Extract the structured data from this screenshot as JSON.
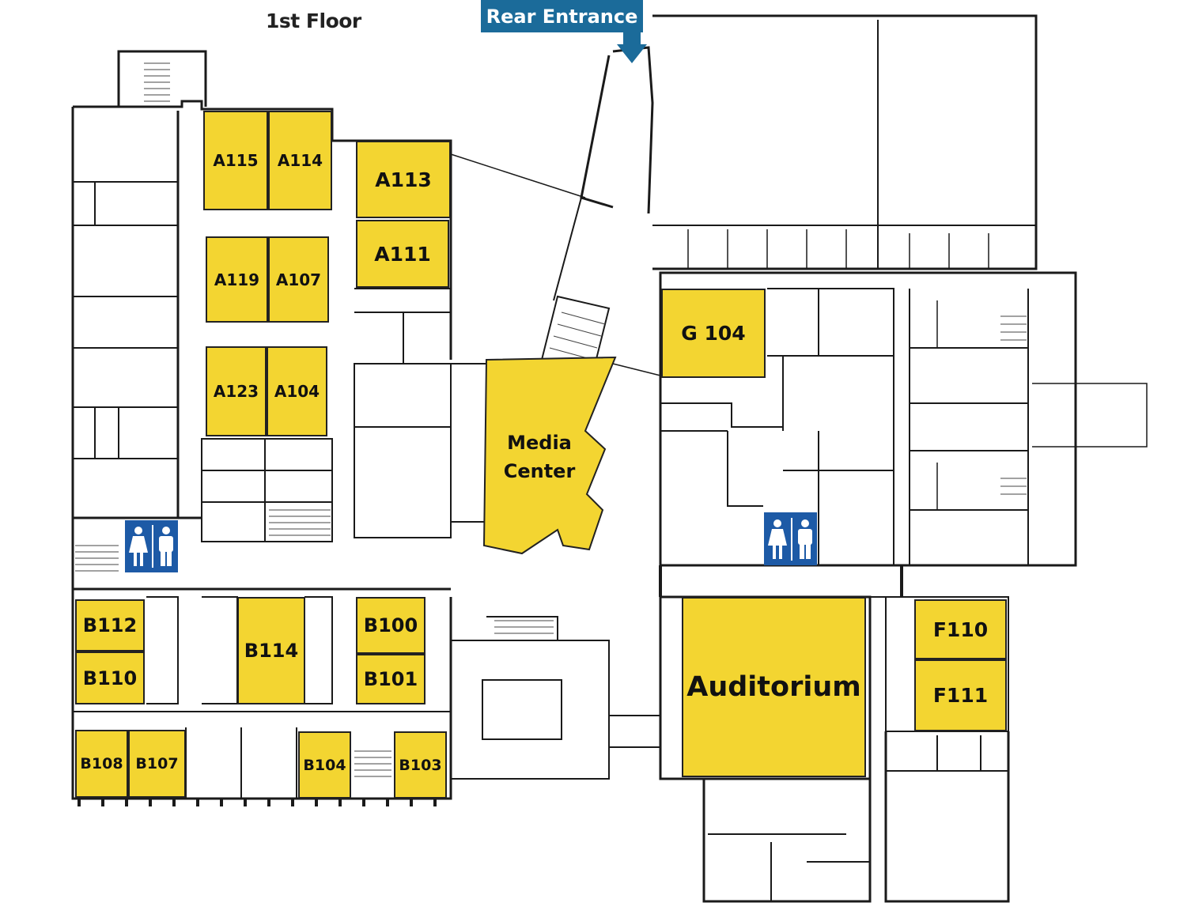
{
  "header": {
    "floor_title": "1st Floor",
    "rear_entrance": "Rear Entrance"
  },
  "colors": {
    "room_fill": "#f3d531",
    "outline": "#222222",
    "entrance_banner": "#1b6b9a",
    "restroom_sign": "#1d5aa6"
  },
  "rooms": {
    "a115": "A115",
    "a114": "A114",
    "a113": "A113",
    "a111": "A111",
    "a119": "A119",
    "a107": "A107",
    "a123": "A123",
    "a104": "A104",
    "b112": "B112",
    "b110": "B110",
    "b114": "B114",
    "b100": "B100",
    "b101": "B101",
    "b108": "B108",
    "b107": "B107",
    "b104": "B104",
    "b103": "B103",
    "g104": "G 104",
    "auditorium": "Auditorium",
    "f110": "F110",
    "f111": "F111"
  },
  "media_center": {
    "line1": "Media",
    "line2": "Center"
  },
  "icons": {
    "restroom_west": "restroom-icon",
    "restroom_east": "restroom-icon",
    "entrance_arrow": "arrow-down-icon"
  }
}
